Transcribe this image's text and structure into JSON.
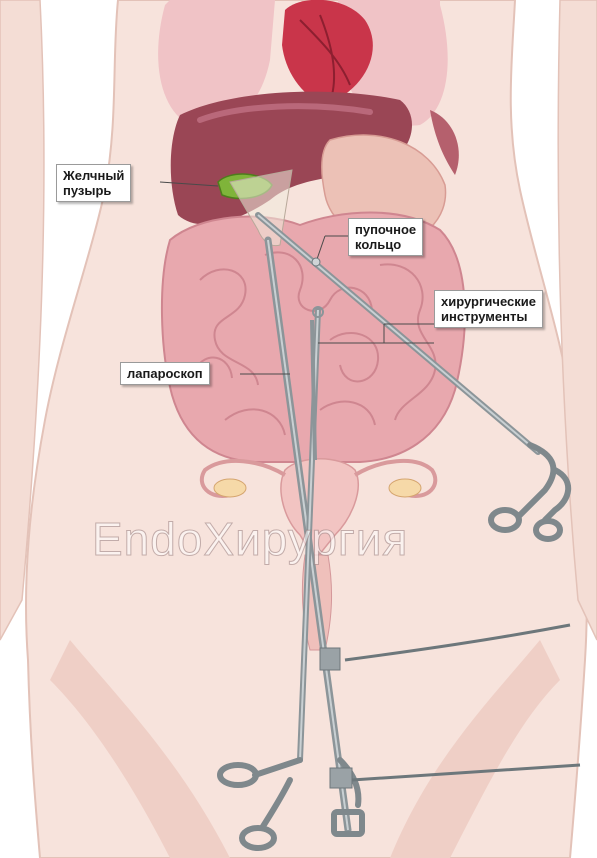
{
  "labels": {
    "gallbladder": {
      "line1": "Желчный",
      "line2": "пузырь"
    },
    "umbilical_ring": {
      "line1": "пупочное",
      "line2": "кольцо"
    },
    "instruments": {
      "line1": "хирургические",
      "line2": "инструменты"
    },
    "laparoscope": {
      "line1": "лапароскоп"
    }
  },
  "watermark": "EndoХирургия",
  "colors": {
    "skin": "#f7e3dc",
    "skin_shadow": "#ecc6bc",
    "organs": "#e8a8ae",
    "liver": "#9a4655",
    "heart": "#c9354a",
    "gallbladder": "#7fb43a",
    "instrument": "#9aa2a6"
  }
}
